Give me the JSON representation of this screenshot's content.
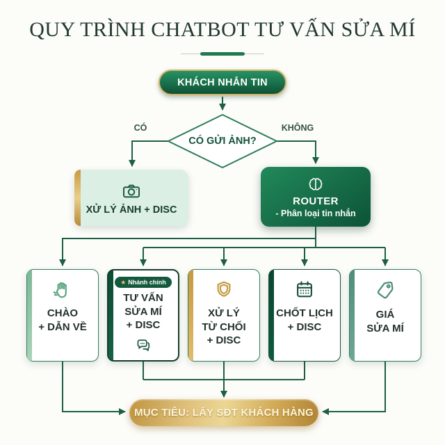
{
  "title": "QUY TRÌNH CHATBOT TƯ VẤN SỬA MÍ",
  "flow": {
    "start": {
      "label": "KHÁCH NHẮN TIN"
    },
    "decision": {
      "question": "CÓ GỬI ẢNH?",
      "yes": "CÓ",
      "no": "KHÔNG"
    },
    "image_branch": {
      "icon": "camera-icon",
      "label": "XỬ LÝ ẢNH + DISC"
    },
    "router": {
      "icon": "brain-icon",
      "name": "ROUTER",
      "desc": "- Phân loại tin nhắn"
    },
    "branches": [
      {
        "id": "greeting",
        "icon": "waving-hand-icon",
        "lines": [
          "CHÀO",
          "+ DẪN VỀ"
        ]
      },
      {
        "id": "consult",
        "icon": "chat-bubbles-icon",
        "badge_star": "★",
        "badge": "Nhánh chính",
        "lines": [
          "TƯ VẤN",
          "SỬA MÍ",
          "+ DISC"
        ]
      },
      {
        "id": "objection",
        "icon": "shield-icon",
        "lines": [
          "XỬ LÝ",
          "TỪ CHỐI",
          "+ DISC"
        ]
      },
      {
        "id": "booking",
        "icon": "calendar-icon",
        "lines": [
          "CHỐT LỊCH",
          "+ DISC"
        ]
      },
      {
        "id": "price",
        "icon": "price-tag-icon",
        "lines": [
          "GIÁ",
          "SỬA MÍ"
        ]
      }
    ],
    "goal": {
      "label": "MỤC TIÊU: LẤY SĐT KHÁCH HÀNG"
    }
  },
  "colors": {
    "green-dark": "#0d5438",
    "green-mid": "#1e7a50",
    "green-line": "#1c5f45",
    "green-ink": "#153c2d",
    "mint": "#dcefe4",
    "gold": "#c9a24a",
    "gold-light": "#e9cf8b",
    "cream": "#fdf4d7",
    "badge-green": "#14593d"
  }
}
